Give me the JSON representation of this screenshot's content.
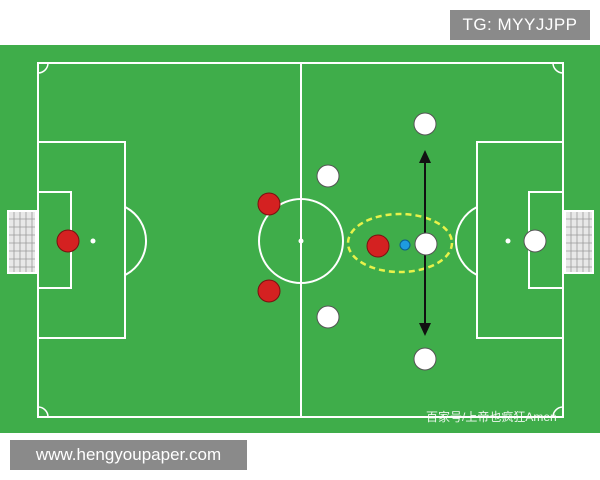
{
  "badges": {
    "top_right": "TG: MYYJJPP",
    "bottom_left": "www.hengyoupaper.com"
  },
  "watermark": "百家号/上帝也疯狂Amen",
  "colors": {
    "pitch_green": "#3fad4a",
    "pitch_dark_green": "#369a41",
    "line": "#ffffff",
    "red_player": "#d42121",
    "white_player": "#ffffff",
    "ball": "#1e9be0",
    "highlight_ellipse": "#e8f24a",
    "arrow": "#111111"
  },
  "players": {
    "red_team": [
      "red-goalkeeper",
      "red-defender-top",
      "red-defender-bottom",
      "red-forward"
    ],
    "white_team": [
      "white-goalkeeper",
      "white-midfielder-top",
      "white-midfielder-bottom",
      "white-forward-top",
      "white-forward-center",
      "white-forward-bottom"
    ]
  }
}
